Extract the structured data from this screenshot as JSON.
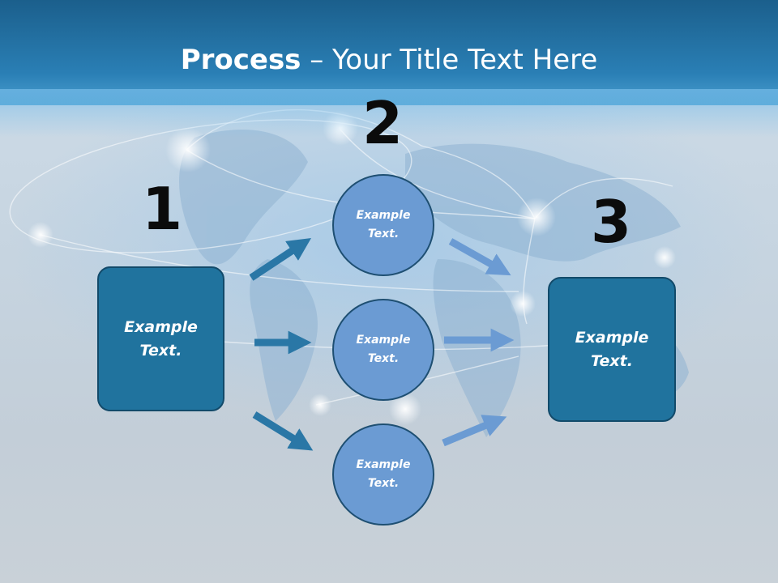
{
  "title": {
    "bold": "Process",
    "rest": " – Your Title Text Here"
  },
  "steps": {
    "one": "1",
    "two": "2",
    "three": "3"
  },
  "left_box": {
    "text": "Example Text."
  },
  "right_box": {
    "text": "Example Text."
  },
  "circles": [
    {
      "text": "Example Text."
    },
    {
      "text": "Example Text."
    },
    {
      "text": "Example Text."
    }
  ],
  "colors": {
    "header": "#2a7fb5",
    "box_fill": "#20739e",
    "circle_fill": "#6b9bd3",
    "arrow_dark": "#2a77a6",
    "arrow_light": "#6b9bd3"
  }
}
